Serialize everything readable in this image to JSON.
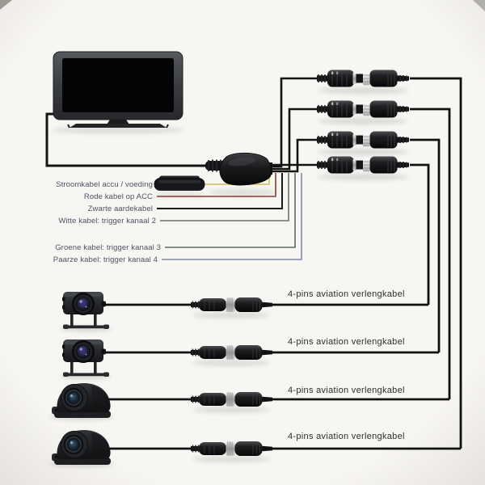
{
  "diagram": {
    "background_color": "#f8f6f2",
    "cable_color": "#111111"
  },
  "wires": {
    "text_color": "#4a5263",
    "items": [
      {
        "label": "Stroomkabel accu / voeding",
        "color": "#d6c26e"
      },
      {
        "label": "Rode kabel op ACC",
        "color": "#8a3b34"
      },
      {
        "label": "Zwarte aardekabel",
        "color": "#1a1a1a"
      },
      {
        "label": "Witte kabel: trigger kanaal 2",
        "color": "#6f6f72"
      },
      {
        "label": "Groene kabel: trigger kanaal 3",
        "color": "#5e6a62"
      },
      {
        "label": "Paarze kabel: trigger kanaal 4",
        "color": "#8288a3"
      }
    ]
  },
  "extension_cables": {
    "label": "4-pins aviation verlengkabel",
    "count": 4,
    "label_color": "#2d2d2f"
  },
  "components": {
    "monitor_count": 1,
    "aviation_connector_pairs": 4,
    "box_cameras": 2,
    "side_cameras": 2
  }
}
